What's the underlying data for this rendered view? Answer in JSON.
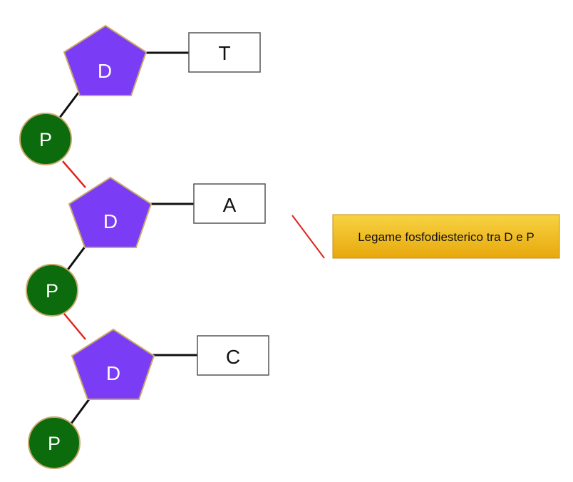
{
  "diagram": {
    "nucleotides": [
      {
        "sugar": "D",
        "phosphate": "P",
        "base": "T"
      },
      {
        "sugar": "D",
        "phosphate": "P",
        "base": "A"
      },
      {
        "sugar": "D",
        "phosphate": "P",
        "base": "C"
      }
    ],
    "legend": {
      "text": "Legame fosfodiesterico tra D e P"
    },
    "colors": {
      "sugar_fill": "#7b3cf5",
      "sugar_stroke": "#c9a96a",
      "phosphate_fill": "#0c6b0c",
      "phosphate_stroke": "#c9a96a",
      "covalent_bond": "#111111",
      "phosphodiester_bond": "#e0261e",
      "legend_fill_top": "#f7d342",
      "legend_fill_bottom": "#e8a80d",
      "legend_stroke": "#c98e14",
      "text_light": "#ffffff",
      "text_dark": "#111111"
    }
  }
}
